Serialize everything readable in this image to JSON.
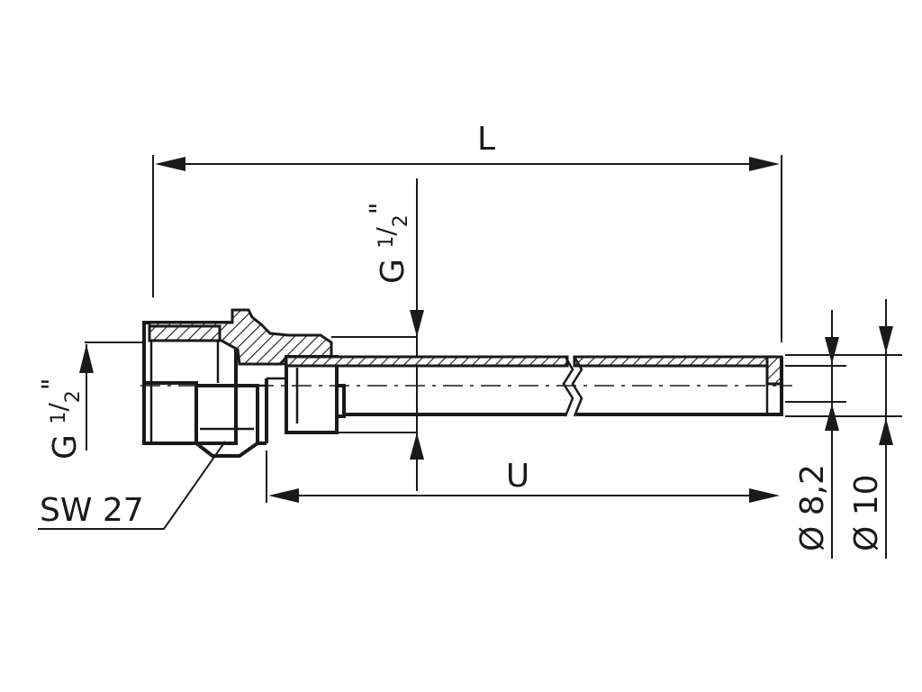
{
  "labels": {
    "length_total": "L",
    "length_insertion": "U",
    "thread_top_main": "G ",
    "thread_top_num": "1",
    "thread_top_den": "2",
    "thread_top_inch": "\"",
    "thread_left_main": "G ",
    "thread_left_num": "1",
    "thread_left_den": "2",
    "thread_left_inch": "\"",
    "wrench_size": "SW 27",
    "diameter_inner": "Ø 8,2",
    "diameter_outer": "Ø 10"
  },
  "colors": {
    "ink": "#1a1a1a",
    "background": "#ffffff"
  }
}
